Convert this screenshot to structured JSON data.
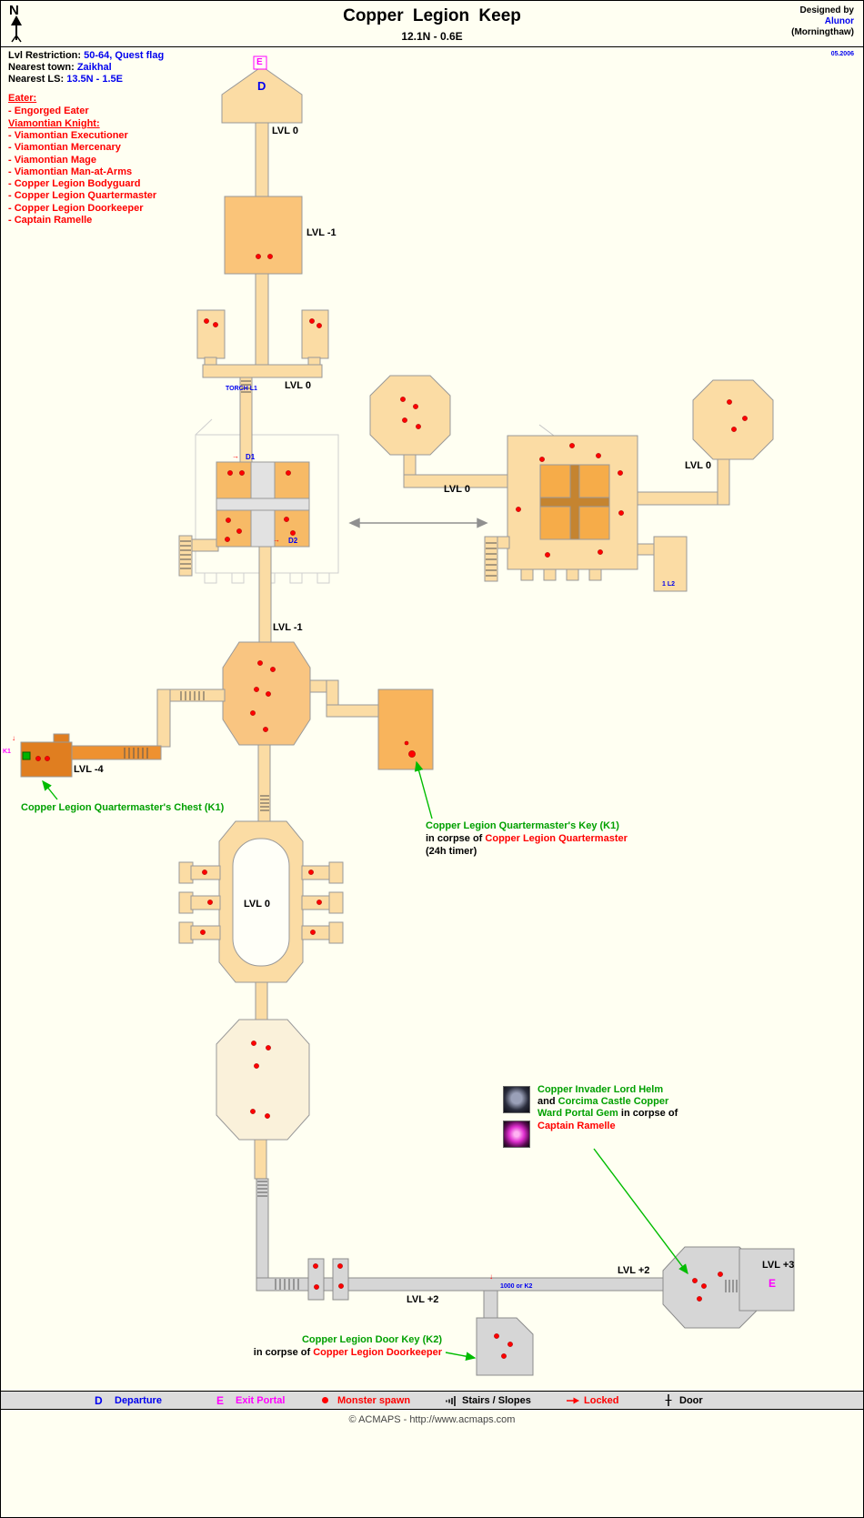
{
  "header": {
    "north": "N",
    "title": "Copper Legion Keep",
    "subtitle": "12.1N - 0.6E",
    "designed_by": "Designed by",
    "designer": "Alunor",
    "designer_world": "(Morningthaw)",
    "date": "05.2006"
  },
  "info": {
    "restriction_label": "Lvl Restriction:",
    "restriction_value": "50-64, Quest flag",
    "town_label": "Nearest town:",
    "town_value": "Zaikhal",
    "ls_label": "Nearest LS:",
    "ls_value": "13.5N - 1.5E"
  },
  "monsters": {
    "eater_title": "Eater:",
    "eater": [
      "- Engorged Eater"
    ],
    "knight_title": "Viamontian Knight:",
    "knights": [
      "- Viamontian Executioner",
      "- Viamontian Mercenary",
      "- Viamontian Mage",
      "- Viamontian Man-at-Arms",
      "- Copper Legion Bodyguard",
      "- Copper Legion Quartermaster",
      "- Copper Legion Doorkeeper",
      "- Captain Ramelle"
    ]
  },
  "map": {
    "labels": {
      "lvl0_top": "LVL 0",
      "lvlm1_top": "LVL -1",
      "lvl0_junction": "LVL 0",
      "torch": "TORCH L1",
      "d1": "D1",
      "d2": "D2",
      "lvl0_surface_west": "LVL 0",
      "lvl0_surface_east": "LVL 0",
      "l2_note": "1 L2",
      "lvlm1_mid": "LVL -1",
      "lvlm4": "LVL -4",
      "k1": "K1",
      "lvl0_stadium": "LVL 0",
      "lvl2_west": "LVL +2",
      "lvl2_east": "LVL +2",
      "lvl3": "LVL +3",
      "lock_note": "1000 or K2",
      "departure": "D",
      "exit_top": "E",
      "exit_bottom": "E"
    },
    "icons": {
      "lock_arrow_right": "→",
      "lock_arrow_down": "↓"
    }
  },
  "annotations": {
    "chest": "Copper Legion Quartermaster's Chest (K1)",
    "key1_line1": "Copper Legion Quartermaster's Key (K1)",
    "key1_in_corpse": "in corpse of ",
    "key1_monster": "Copper Legion Quartermaster",
    "key1_timer": "(24h timer)",
    "ramelle_item1": "Copper Invader Lord Helm",
    "ramelle_and": "and ",
    "ramelle_item2a": "Corcima Castle Copper",
    "ramelle_item2b": "Ward Portal Gem ",
    "ramelle_in_corpse": "in corpse of",
    "ramelle_monster": "Captain Ramelle",
    "key2_line1": "Copper Legion  Door Key (K2)",
    "key2_in_corpse": "in corpse of ",
    "key2_monster": "Copper Legion Doorkeeper"
  },
  "legend": {
    "departure_key": "D",
    "departure_label": "Departure",
    "exit_key": "E",
    "exit_label": "Exit Portal",
    "monster_label": "Monster spawn",
    "stairs_label": "Stairs / Slopes",
    "locked_label": "Locked",
    "door_label": "Door"
  },
  "footer": "© ACMAPS - http://www.acmaps.com",
  "colors": {
    "blue": "#0000EE",
    "red": "#FF0000",
    "green_text": "#00A000",
    "green_line": "#00BC00",
    "magenta": "#FF00FF",
    "room_tan": "#FBDCA4",
    "room_orange": "#FAC479",
    "room_orange_dark": "#EE9130",
    "room_chest": "#E07E20",
    "room_gray": "#D6D6D6",
    "legend_bg": "#DCDCDC"
  }
}
